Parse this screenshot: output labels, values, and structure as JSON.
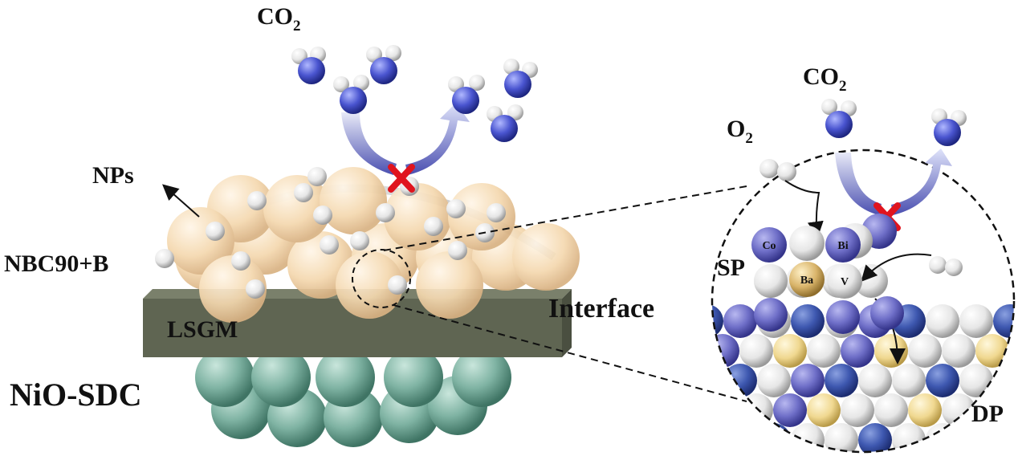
{
  "labels": {
    "co2_left": {
      "main": "CO",
      "sub": "2"
    },
    "co2_right": {
      "main": "CO",
      "sub": "2"
    },
    "o2": {
      "main": "O",
      "sub": "2"
    },
    "nps": "NPs",
    "cathode": "NBC90+B",
    "electrolyte": "LSGM",
    "anode": "NiO-SDC",
    "interface": "Interface",
    "surface_phase": "SP",
    "double_perovskite": "DP"
  },
  "atoms": {
    "co": "Co",
    "bi": "Bi",
    "ba": "Ba",
    "v": "V"
  },
  "colors": {
    "cathode_particle": "#f5d9b0",
    "anode_particle": "#7fb3a3",
    "electrolyte": "#5f6552",
    "co_bi_atom": "#6f6fc8",
    "ba_atom": "#d9b46a",
    "oxygen_atom": "#f2f2f2",
    "blocked_mark": "#e0141e"
  }
}
